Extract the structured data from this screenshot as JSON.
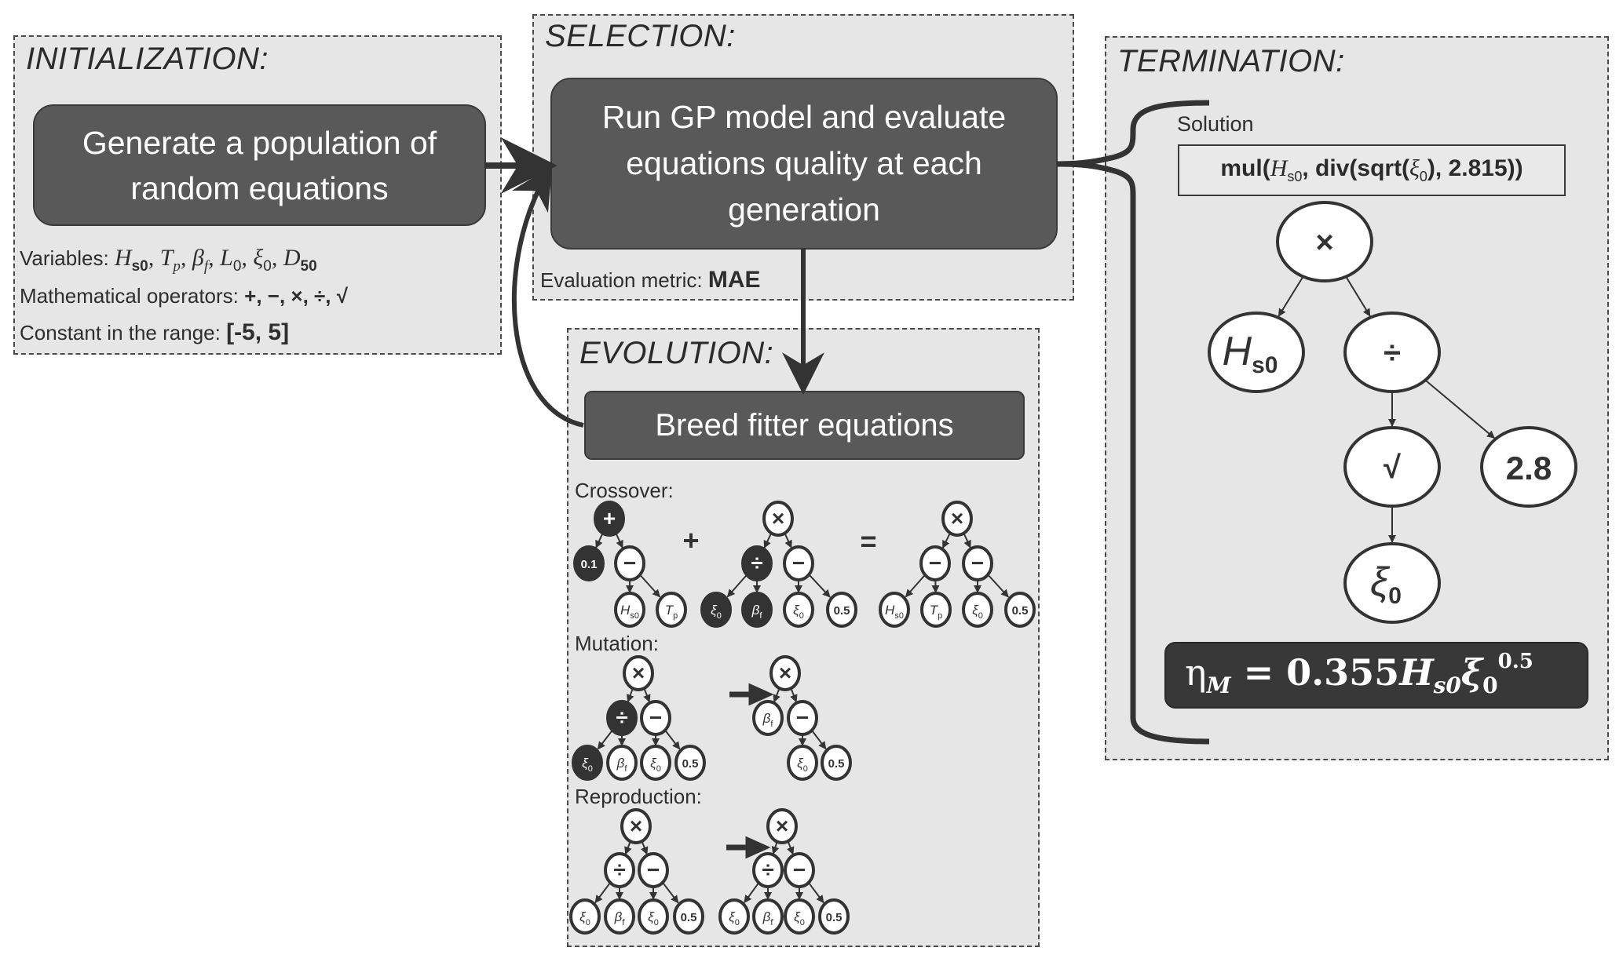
{
  "colors": {
    "panel_bg": "#e6e6e6",
    "panel_border": "#4a4a4a",
    "dark_box": "#595959",
    "equation_box": "#383838",
    "arrow": "#333333",
    "node_fill": "#ffffff",
    "node_highlight": "#333333"
  },
  "initialization": {
    "title": "INITIALIZATION:",
    "box_text_line1": "Generate a population of",
    "box_text_line2": "random equations",
    "variables_label": "Variables:",
    "variables": [
      "H_s0",
      "T_p",
      "β_f",
      "L_0",
      "ξ_0",
      "D_50"
    ],
    "operators_label": "Mathematical operators:",
    "operators": "+, −, ×, ÷, √",
    "constant_label": "Constant in the range:",
    "constant_range": "[-5, 5]"
  },
  "selection": {
    "title": "SELECTION:",
    "box_text_line1": "Run GP model and evaluate",
    "box_text_line2": "equations quality at each",
    "box_text_line3": "generation",
    "metric_label": "Evaluation metric:",
    "metric_value": "MAE"
  },
  "evolution": {
    "title": "EVOLUTION:",
    "box_text": "Breed fitter equations",
    "crossover_label": "Crossover:",
    "mutation_label": "Mutation:",
    "reproduction_label": "Reproduction:",
    "plus_sign": "+",
    "equals_sign": "=",
    "trees": {
      "crossover_parent1": [
        {
          "id": "a",
          "label": "+",
          "hl": true
        },
        {
          "id": "b",
          "label": "0.1",
          "hl": true,
          "parent": "a"
        },
        {
          "id": "c",
          "label": "−",
          "hl": false,
          "parent": "a"
        },
        {
          "id": "d",
          "label": "H_s0",
          "hl": false,
          "parent": "c"
        },
        {
          "id": "e",
          "label": "T_p",
          "hl": false,
          "parent": "c"
        }
      ],
      "crossover_parent2": [
        {
          "id": "a",
          "label": "×",
          "hl": false
        },
        {
          "id": "b",
          "label": "÷",
          "hl": true,
          "parent": "a"
        },
        {
          "id": "c",
          "label": "−",
          "hl": false,
          "parent": "a"
        },
        {
          "id": "d",
          "label": "ξ_0",
          "hl": true,
          "parent": "b"
        },
        {
          "id": "e",
          "label": "β_f",
          "hl": true,
          "parent": "b"
        },
        {
          "id": "f",
          "label": "ξ_0",
          "hl": false,
          "parent": "c"
        },
        {
          "id": "g",
          "label": "0.5",
          "hl": false,
          "parent": "c"
        }
      ],
      "crossover_child": [
        {
          "id": "a",
          "label": "×",
          "hl": false
        },
        {
          "id": "b",
          "label": "−",
          "hl": false,
          "parent": "a"
        },
        {
          "id": "c",
          "label": "−",
          "hl": false,
          "parent": "a"
        },
        {
          "id": "d",
          "label": "H_s0",
          "hl": false,
          "parent": "b"
        },
        {
          "id": "e",
          "label": "T_p",
          "hl": false,
          "parent": "b"
        },
        {
          "id": "f",
          "label": "ξ_0",
          "hl": false,
          "parent": "c"
        },
        {
          "id": "g",
          "label": "0.5",
          "hl": false,
          "parent": "c"
        }
      ],
      "mutation_before": [
        {
          "id": "a",
          "label": "×",
          "hl": false
        },
        {
          "id": "b",
          "label": "÷",
          "hl": true,
          "parent": "a"
        },
        {
          "id": "c",
          "label": "−",
          "hl": false,
          "parent": "a"
        },
        {
          "id": "d",
          "label": "ξ_0",
          "hl": true,
          "parent": "b"
        },
        {
          "id": "e",
          "label": "β_f",
          "hl": false,
          "parent": "b"
        },
        {
          "id": "f",
          "label": "ξ_0",
          "hl": false,
          "parent": "c"
        },
        {
          "id": "g",
          "label": "0.5",
          "hl": false,
          "parent": "c"
        }
      ],
      "mutation_after": [
        {
          "id": "a",
          "label": "×",
          "hl": false
        },
        {
          "id": "b",
          "label": "β_f",
          "hl": false,
          "parent": "a"
        },
        {
          "id": "c",
          "label": "−",
          "hl": false,
          "parent": "a"
        },
        {
          "id": "f",
          "label": "ξ_0",
          "hl": false,
          "parent": "c"
        },
        {
          "id": "g",
          "label": "0.5",
          "hl": false,
          "parent": "c"
        }
      ],
      "reproduction_before": [
        {
          "id": "a",
          "label": "×",
          "hl": false
        },
        {
          "id": "b",
          "label": "÷",
          "hl": false,
          "parent": "a"
        },
        {
          "id": "c",
          "label": "−",
          "hl": false,
          "parent": "a"
        },
        {
          "id": "d",
          "label": "ξ_0",
          "hl": false,
          "parent": "b"
        },
        {
          "id": "e",
          "label": "β_f",
          "hl": false,
          "parent": "b"
        },
        {
          "id": "f",
          "label": "ξ_0",
          "hl": false,
          "parent": "c"
        },
        {
          "id": "g",
          "label": "0.5",
          "hl": false,
          "parent": "c"
        }
      ],
      "reproduction_after": [
        {
          "id": "a",
          "label": "×",
          "hl": false
        },
        {
          "id": "b",
          "label": "÷",
          "hl": false,
          "parent": "a"
        },
        {
          "id": "c",
          "label": "−",
          "hl": false,
          "parent": "a"
        },
        {
          "id": "d",
          "label": "ξ_0",
          "hl": false,
          "parent": "b"
        },
        {
          "id": "e",
          "label": "β_f",
          "hl": false,
          "parent": "b"
        },
        {
          "id": "f",
          "label": "ξ_0",
          "hl": false,
          "parent": "c"
        },
        {
          "id": "g",
          "label": "0.5",
          "hl": false,
          "parent": "c"
        }
      ]
    }
  },
  "termination": {
    "title": "TERMINATION:",
    "solution_label": "Solution",
    "solution_expr_prefix": "mul(",
    "solution_expr_var": "H",
    "solution_expr_var_sub": "s0",
    "solution_expr_mid": ", div(sqrt(",
    "solution_expr_var2": "ξ",
    "solution_expr_var2_sub": "0",
    "solution_expr_suffix": "), 2.815))",
    "tree": [
      {
        "id": "a",
        "label": "×"
      },
      {
        "id": "b",
        "label": "H_s0",
        "parent": "a"
      },
      {
        "id": "c",
        "label": "÷",
        "parent": "a"
      },
      {
        "id": "d",
        "label": "√",
        "parent": "c"
      },
      {
        "id": "e",
        "label": "2.8",
        "parent": "c"
      },
      {
        "id": "f",
        "label": "ξ_0",
        "parent": "d"
      }
    ],
    "equation_lhs": "η",
    "equation_lhs_sub": "M",
    "equation_rhs_coef": " = 0.355",
    "equation_rhs_var1": "H",
    "equation_rhs_var1_sub": "s0",
    "equation_rhs_var2": "ξ",
    "equation_rhs_var2_sub": "0",
    "equation_rhs_exponent": "0.5"
  }
}
